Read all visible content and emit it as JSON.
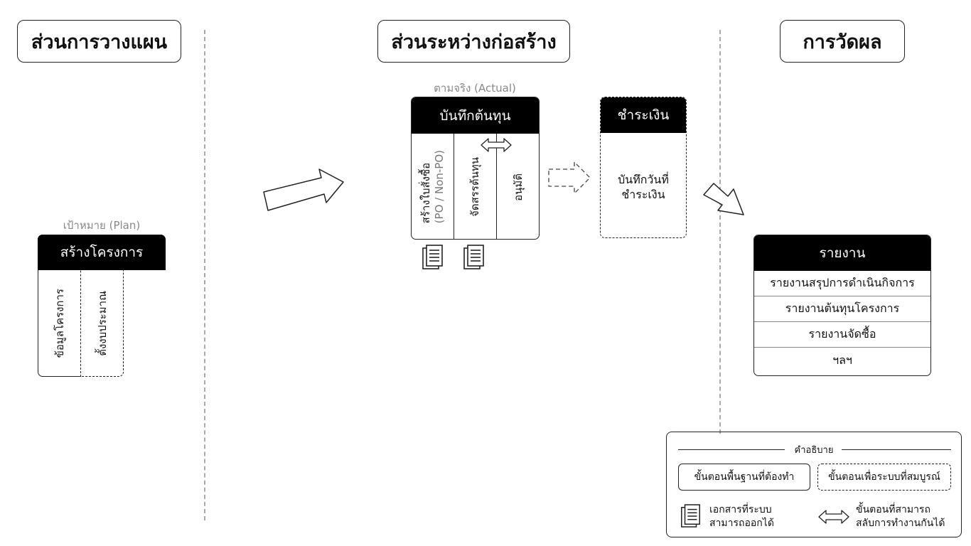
{
  "sections": {
    "planning": "ส่วนการวางแผน",
    "construction": "ส่วนระหว่างก่อสร้าง",
    "measurement": "การวัดผล"
  },
  "plan": {
    "caption": "เป้าหมาย (Plan)",
    "title": "สร้างโครงการ",
    "columns": [
      "ข้อมูลโครงการ",
      "ตั้งงบประมาณ"
    ]
  },
  "actual": {
    "caption": "ตามจริง (Actual)",
    "title": "บันทึกต้นทุน",
    "col1_main": "สร้างใบสั่งซื้อ",
    "col1_sub": "(PO / Non-PO)",
    "col2": "จัดสรรต้นทุน",
    "col3": "อนุมัติ"
  },
  "payment": {
    "title": "ชำระเงิน",
    "body_line1": "บันทึกวันที่",
    "body_line2": "ชำระเงิน"
  },
  "report": {
    "title": "รายงาน",
    "rows": [
      "รายงานสรุปการดำเนินกิจการ",
      "รายงานต้นทุนโครงการ",
      "รายงานจัดซื้อ",
      "ฯลฯ"
    ]
  },
  "legend": {
    "title": "คำอธิบาย",
    "basic_step": "ขั้นตอนพื้นฐานที่ต้องทำ",
    "optional_step": "ขั้นตอนเพื่อระบบที่สมบูรณ์",
    "document_line1": "เอกสารที่ระบบ",
    "document_line2": "สามารถออกได้",
    "swap_line1": "ขั้นตอนที่สามารถ",
    "swap_line2": "สลับการทำงานกันได้"
  },
  "icons": {
    "document": "document-icon",
    "swap": "double-arrow-icon",
    "flow_arrow": "arrow-right-icon"
  },
  "colors": {
    "header_bg": "#000000",
    "caption": "#888888",
    "divider": "#aaaaaa"
  }
}
